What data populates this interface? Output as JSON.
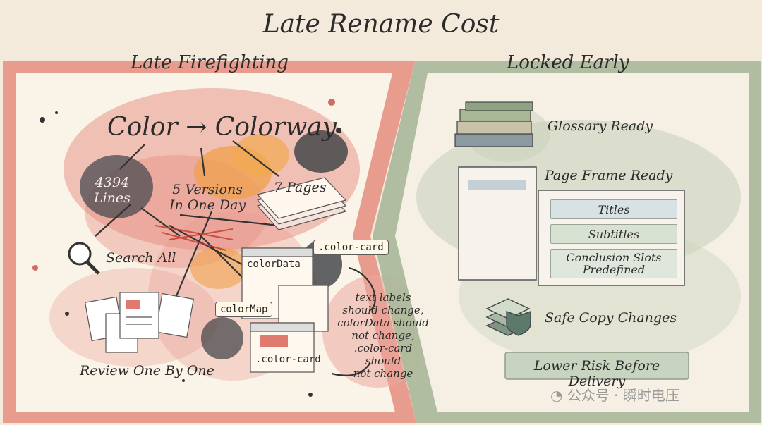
{
  "title": "Late Rename Cost",
  "left": {
    "heading": "Late Firefighting",
    "rename_from": "Color",
    "rename_arrow": "→",
    "rename_to": "Colorway",
    "lines_count": "4394",
    "lines_label": "Lines",
    "versions_line1": "5 Versions",
    "versions_line2": "In One Day",
    "pages_label": "7 Pages",
    "search_label": "Search All",
    "review_label": "Review One By One",
    "code_colorcard_top": ".color-card",
    "code_colordata": "colorData",
    "code_colormap": "colorMap",
    "code_colorcard_bottom": ".color-card",
    "note_lines": [
      "text labels",
      "should change,",
      "colorData should",
      "not change,",
      ".color-card should",
      "not change"
    ]
  },
  "right": {
    "heading": "Locked Early",
    "glossary_label": "Glossary Ready",
    "page_frame_label": "Page Frame Ready",
    "slots": [
      "Titles",
      "Subtitles",
      "Conclusion Slots Predefined"
    ],
    "safe_copy_label": "Safe Copy Changes",
    "risk_label": "Lower Risk Before Delivery"
  },
  "watermark": "公众号 · 瞬时电压",
  "colors": {
    "left_frame": "#e07a6e",
    "right_frame": "#9fb08f",
    "orange": "#f0a04b",
    "ink": "#2b2b2b"
  }
}
